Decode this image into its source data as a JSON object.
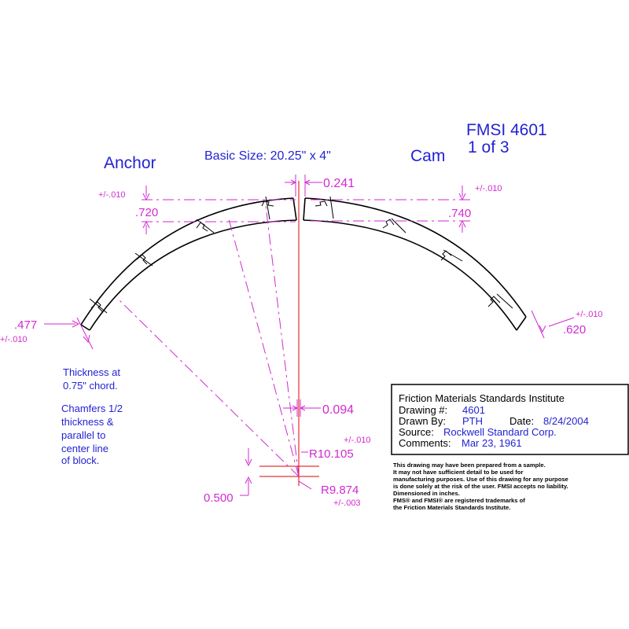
{
  "header": {
    "part_number": "FMSI 4601",
    "sheet": "1 of 3",
    "anchor_label": "Anchor",
    "cam_label": "Cam",
    "basic_size": "Basic Size: 20.25\" x 4\""
  },
  "dimensions": {
    "gap_top": "0.241",
    "gap_bottom": "0.094",
    "left_height": ".720",
    "left_height_tol": "+/-.010",
    "right_height": ".740",
    "right_height_tol": "+/-.010",
    "left_end": ".477",
    "left_end_tol": "+/-.010",
    "right_end": ".620",
    "right_end_tol": "+/-.010",
    "outer_radius": "R10.105",
    "outer_radius_tol": "+/-.010",
    "inner_radius": "R9.874",
    "inner_radius_tol": "+/-.003",
    "offset": "0.500"
  },
  "notes": {
    "thickness_1": "Thickness at",
    "thickness_2": "0.75\" chord.",
    "chamfer_1": "Chamfers 1/2",
    "chamfer_2": "thickness &",
    "chamfer_3": "parallel to",
    "chamfer_4": "center line",
    "chamfer_5": "of block."
  },
  "title_block": {
    "org": "Friction Materials Standards Institute",
    "drawing_label": "Drawing #:",
    "drawing_value": "4601",
    "drawn_label": "Drawn By:",
    "drawn_value": "PTH",
    "date_label": "Date:",
    "date_value": "8/24/2004",
    "source_label": "Source:",
    "source_value": "Rockwell Standard Corp.",
    "comments_label": "Comments:",
    "comments_value": "Mar 23, 1961"
  },
  "disclaimer": {
    "line1": "This drawing may have been prepared from a sample.",
    "line2": "It may not have sufficient detail to be used for",
    "line3": "manufacturing purposes.  Use of this drawing for any purpose",
    "line4": "is done solely at the risk of the user. FMSI accepts no liability.",
    "line5": "Dimensioned in inches.",
    "line6": "FMS® and FMSI® are registered trademarks of",
    "line7": "the Friction Materials Standards Institute."
  },
  "colors": {
    "text_blue": "#2323d2",
    "dimension_magenta": "#d22ad2",
    "centerline_red": "#e00000",
    "outline_black": "#000000"
  }
}
